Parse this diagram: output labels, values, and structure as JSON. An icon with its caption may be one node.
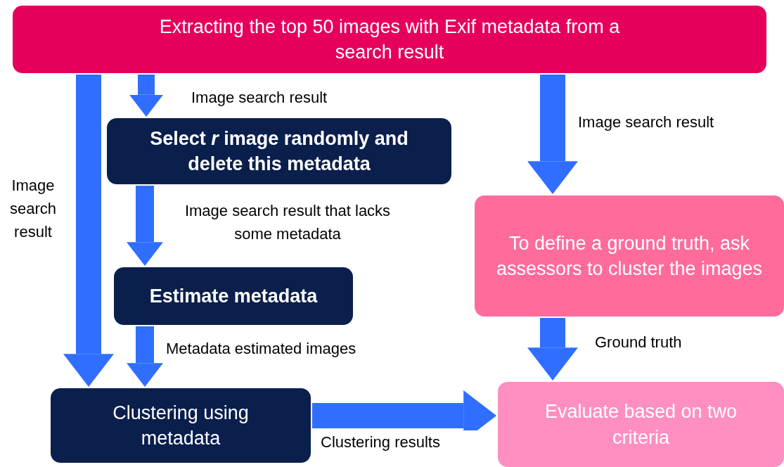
{
  "diagram": {
    "nodes": [
      {
        "text": [
          "Extracting the top 50 images with Exif metadata from a search result"
        ]
      },
      {
        "text": [
          "Select *r* image randomly and delete this metadata"
        ]
      },
      {
        "text": [
          "Estimate metadata"
        ]
      },
      {
        "text": [
          "Clustering using metadata"
        ]
      },
      {
        "text": [
          "To define a ground truth, ask assessors to cluster the images"
        ]
      },
      {
        "text": [
          "Evaluate based on two criteria"
        ]
      }
    ],
    "edges": [
      {
        "from": 0,
        "to": 1,
        "arrow": "to",
        "label": "Image search result"
      },
      {
        "from": 1,
        "to": 2,
        "arrow": "to",
        "label": "Image search result that lacks some metadata"
      },
      {
        "from": 2,
        "to": 3,
        "arrow": "to",
        "label": "Metadata estimated images"
      },
      {
        "from": 0,
        "to": 3,
        "arrow": "to",
        "label": "Image search result"
      },
      {
        "from": 0,
        "to": 4,
        "arrow": "to",
        "label": "Image search result"
      },
      {
        "from": 4,
        "to": 5,
        "arrow": "to",
        "label": "Ground truth"
      },
      {
        "from": 3,
        "to": 5,
        "arrow": "to",
        "label": "Clustering results"
      }
    ]
  }
}
